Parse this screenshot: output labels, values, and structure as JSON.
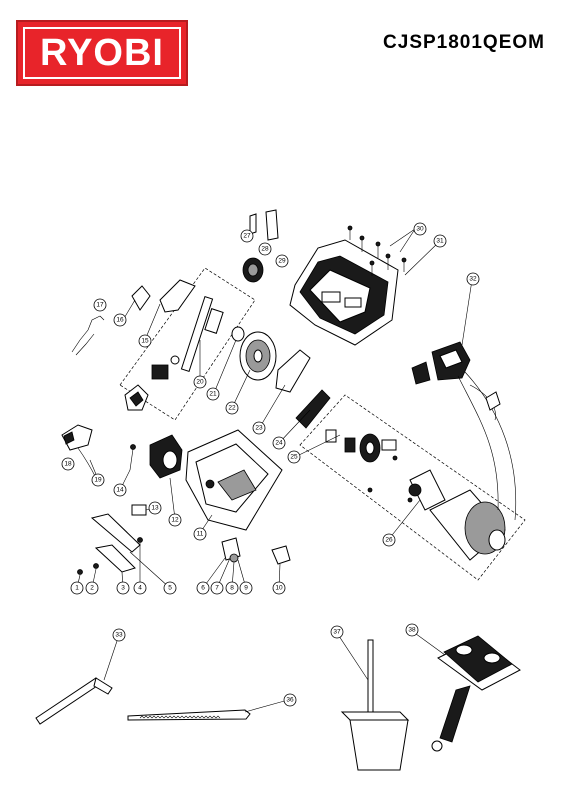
{
  "brand": {
    "logo_text": "RYOBI",
    "color": "#e8242a"
  },
  "model": "CJSP1801QEOM",
  "callouts": {
    "c1": "1",
    "c2": "2",
    "c3": "3",
    "c4": "4",
    "c5": "5",
    "c6": "6",
    "c7": "7",
    "c8": "8",
    "c9": "9",
    "c10": "10",
    "c11": "11",
    "c12": "12",
    "c13": "13",
    "c14": "14",
    "c15": "15",
    "c16": "16",
    "c17": "17",
    "c18": "18",
    "c19": "19",
    "c20": "20",
    "c21": "21",
    "c22": "22",
    "c23": "23",
    "c24": "24",
    "c25": "25",
    "c26": "26",
    "c27": "27",
    "c28": "28",
    "c29": "29",
    "c30": "30",
    "c31": "31",
    "c32": "32",
    "c33": "33",
    "c36": "36",
    "c37": "37",
    "c38": "38"
  }
}
